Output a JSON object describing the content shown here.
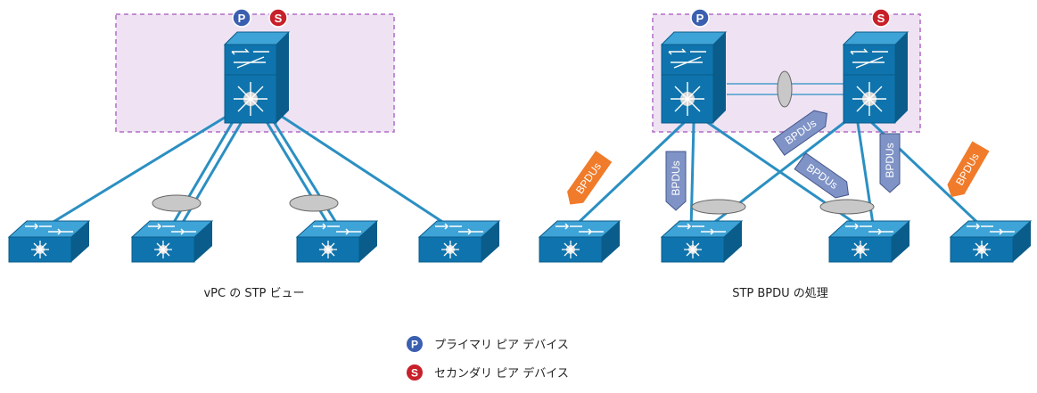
{
  "captions": {
    "left": "vPC の STP ビュー",
    "right": "STP BPDU の処理"
  },
  "badges": {
    "primary_letter": "P",
    "secondary_letter": "S"
  },
  "legend": {
    "primary": {
      "letter": "P",
      "label": "プライマリ ピア デバイス"
    },
    "secondary": {
      "letter": "S",
      "label": "セカンダリ ピア デバイス"
    }
  },
  "bpdu_label": "BPDUs",
  "colors": {
    "link": "#2b8fc2",
    "switch_top": "#3ea3d6",
    "switch_front": "#0f74ad",
    "switch_side": "#0a5c8a",
    "domain_fill": "#efe3f3",
    "domain_border": "#b06cc6",
    "primary_badge": "#3b5fb0",
    "secondary_badge": "#c8202a",
    "bpdu_orange": "#f07b2a",
    "bpdu_blue": "#7f93c6",
    "portchannel_fill": "#c8c8c8"
  }
}
